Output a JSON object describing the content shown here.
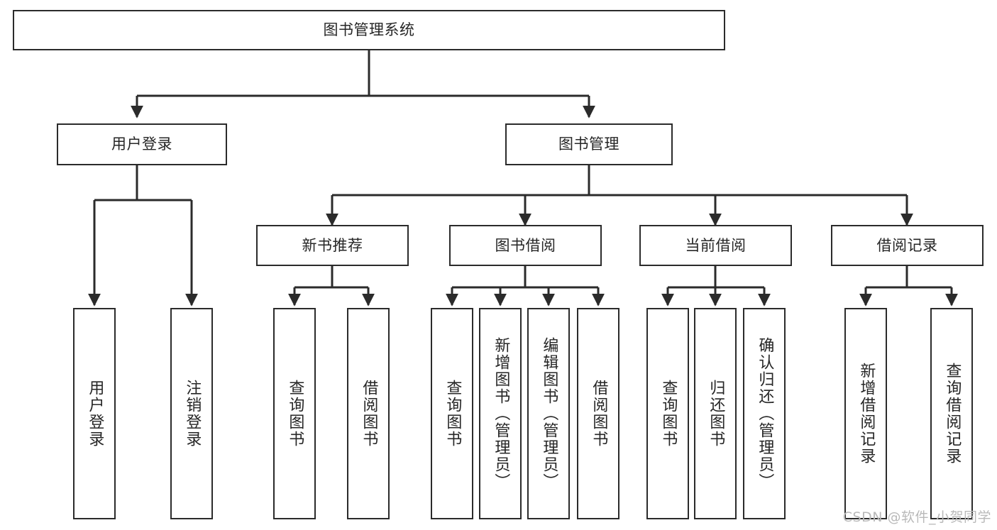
{
  "diagram": {
    "title": "图书管理系统",
    "type": "tree-hierarchy-chart",
    "root": {
      "id": "root",
      "label": "图书管理系统"
    },
    "level1": [
      {
        "id": "user-login",
        "label": "用户登录"
      },
      {
        "id": "book-manage",
        "label": "图书管理"
      }
    ],
    "level2": [
      {
        "id": "new-book-rec",
        "label": "新书推荐",
        "parent": "book-manage"
      },
      {
        "id": "book-borrow",
        "label": "图书借阅",
        "parent": "book-manage"
      },
      {
        "id": "current-borrow",
        "label": "当前借阅",
        "parent": "book-manage"
      },
      {
        "id": "borrow-record",
        "label": "借阅记录",
        "parent": "book-manage"
      }
    ],
    "leaves": [
      {
        "id": "leaf-user-login",
        "label": "用户登录",
        "parent": "user-login"
      },
      {
        "id": "leaf-logout-login",
        "label": "注销登录",
        "parent": "user-login"
      },
      {
        "id": "leaf-query-book-1",
        "label": "查询图书",
        "parent": "new-book-rec"
      },
      {
        "id": "leaf-borrow-book-1",
        "label": "借阅图书",
        "parent": "new-book-rec"
      },
      {
        "id": "leaf-query-book-2",
        "label": "查询图书",
        "parent": "book-borrow"
      },
      {
        "id": "leaf-add-book",
        "label": "新增图书（管理员）",
        "parent": "book-borrow"
      },
      {
        "id": "leaf-edit-book",
        "label": "编辑图书（管理员）",
        "parent": "book-borrow"
      },
      {
        "id": "leaf-borrow-book-2",
        "label": "借阅图书",
        "parent": "book-borrow"
      },
      {
        "id": "leaf-query-book-3",
        "label": "查询图书",
        "parent": "current-borrow"
      },
      {
        "id": "leaf-return-book",
        "label": "归还图书",
        "parent": "current-borrow"
      },
      {
        "id": "leaf-confirm-return",
        "label": "确认归还（管理员）",
        "parent": "current-borrow"
      },
      {
        "id": "leaf-add-record",
        "label": "新增借阅记录",
        "parent": "borrow-record"
      },
      {
        "id": "leaf-query-record",
        "label": "查询借阅记录",
        "parent": "borrow-record"
      }
    ],
    "colors": {
      "stroke": "#2b2b2b",
      "fill": "#ffffff",
      "text": "#262626",
      "watermark": "#b9b9b9"
    }
  },
  "watermark": {
    "text": "CSDN @软件_小贺同学"
  }
}
